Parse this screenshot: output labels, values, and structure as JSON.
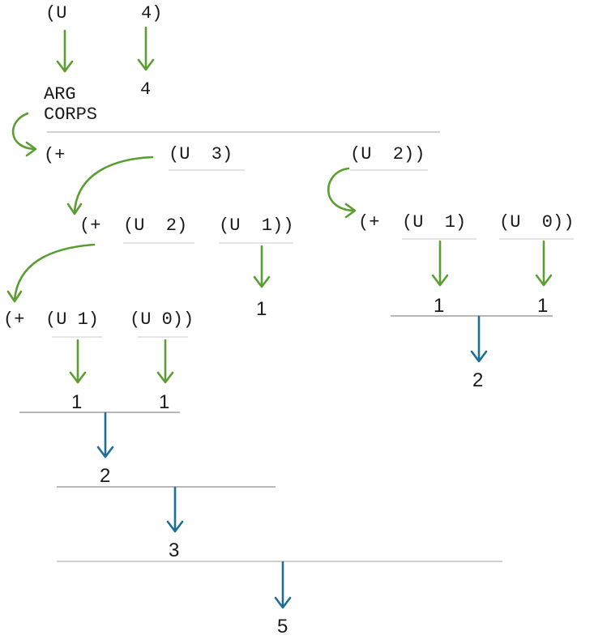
{
  "colors": {
    "call_arrow": "#5a9e32",
    "value_arrow": "#1f6e96",
    "rule": "#8c8c8c",
    "text": "#1a1a1a"
  },
  "labels": {
    "call_u4_open": "(U",
    "call_u4_arg": "4)",
    "arg_value": "4",
    "arg_label": "ARG",
    "corps_label": "CORPS",
    "plus_top": "(+",
    "u3_top": "(U  3)",
    "u2_top": "(U  2))",
    "plus_mid_left": "(+",
    "u2_mid": "(U  2)",
    "u1_mid": "(U  1))",
    "one_from_u1_mid": "1",
    "plus_mid_right": "(+",
    "u1_right": "(U  1)",
    "u0_right": "(U  0))",
    "one_right_a": "1",
    "one_right_b": "1",
    "sum_right": "2",
    "plus_low": "(+",
    "u1_low": "(U 1)",
    "u0_low": "(U 0))",
    "one_low_a": "1",
    "one_low_b": "1",
    "sum_low": "2",
    "sum_mid": "3",
    "result": "5"
  }
}
